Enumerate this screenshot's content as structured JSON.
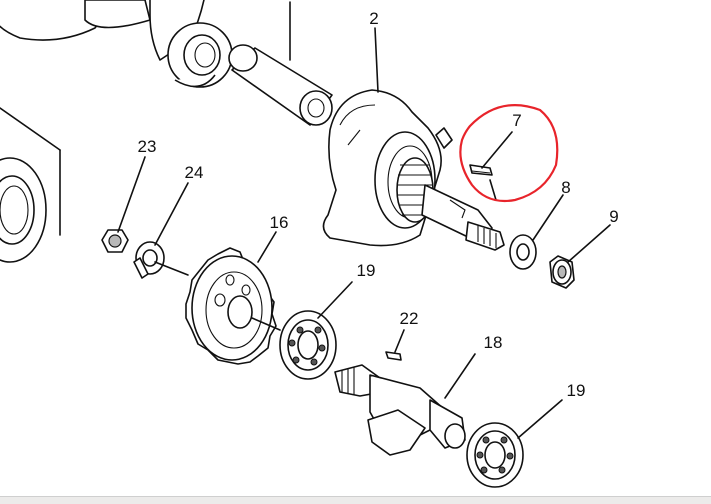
{
  "callouts": [
    {
      "id": "2",
      "label": "2"
    },
    {
      "id": "7",
      "label": "7"
    },
    {
      "id": "8",
      "label": "8"
    },
    {
      "id": "9",
      "label": "9"
    },
    {
      "id": "16",
      "label": "16"
    },
    {
      "id": "18",
      "label": "18"
    },
    {
      "id": "19a",
      "label": "19"
    },
    {
      "id": "19b",
      "label": "19"
    },
    {
      "id": "22",
      "label": "22"
    },
    {
      "id": "23",
      "label": "23"
    },
    {
      "id": "24",
      "label": "24"
    }
  ],
  "highlight": {
    "color": "#e8242b",
    "target": "7"
  },
  "colors": {
    "line": "#111111",
    "background": "#ffffff"
  }
}
